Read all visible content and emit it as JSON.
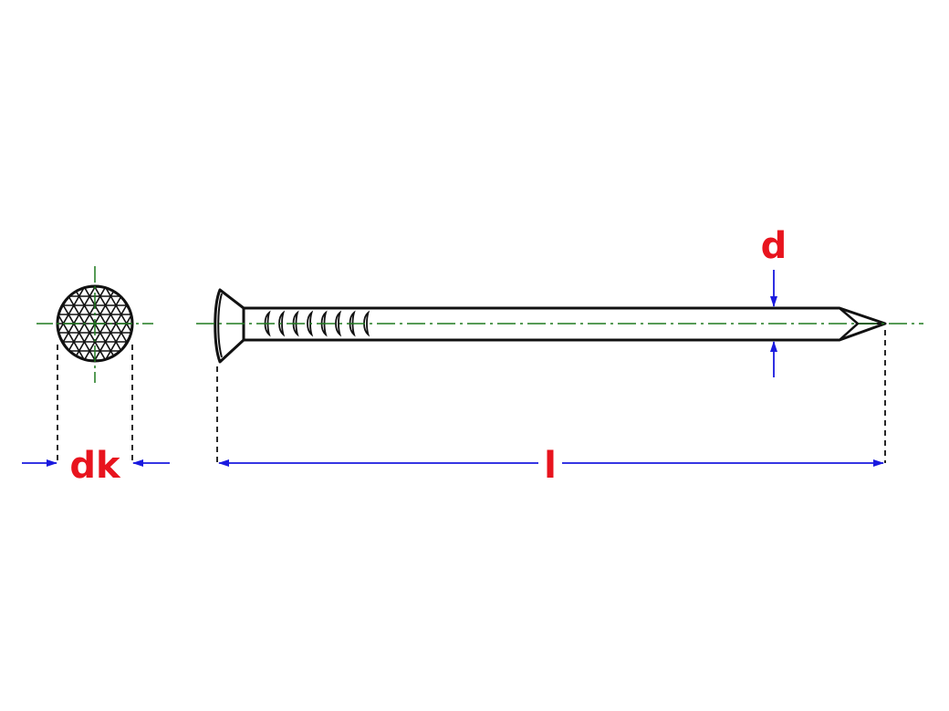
{
  "labels": {
    "head_diameter": "dk",
    "length": "l",
    "shank_diameter": "d"
  },
  "colors": {
    "outline": "#111111",
    "centerline": "#1e7a1e",
    "dimension_line": "#1a1adf",
    "label": "#e8141e",
    "extension_line": "#111111"
  }
}
